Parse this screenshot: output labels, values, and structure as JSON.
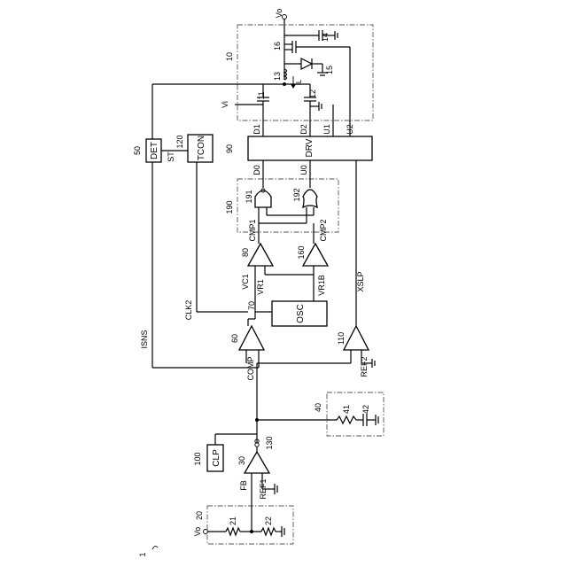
{
  "figure_label": "1",
  "blocks": {
    "sensor_10": "10",
    "res_20": "20",
    "res_21": "21",
    "res_22": "22",
    "amp_30": "30",
    "net_40": "40",
    "res_41": "41",
    "cap_42": "42",
    "det_num": "50",
    "det_label": "DET",
    "comp_60": "60",
    "comp_70": "70",
    "osc_label": "OSC",
    "comp_80": "80",
    "drv_num": "90",
    "drv_label": "DRV",
    "clp_num": "100",
    "clp_label": "CLP",
    "comp_110": "110",
    "tcon_num": "120",
    "tcon_label": "TCON",
    "sw_130": "130",
    "comp_160": "160",
    "logic_190": "190",
    "gate_191": "191",
    "gate_192": "192",
    "tr_11": "11",
    "tr_12": "12",
    "l_13": "13",
    "c_14": "14",
    "d_15": "15",
    "tr_16": "16"
  },
  "signals": {
    "vo_top": "Vo",
    "vo_left": "Vo",
    "vi": "Vi",
    "il": "IL",
    "d1": "D1",
    "d2": "D2",
    "u1": "U1",
    "u2": "U2",
    "d0": "D0",
    "u0": "U0",
    "cmp1": "CMP1",
    "cmp2": "CMP2",
    "vc1": "VC1",
    "vr1": "VR1",
    "vr1b": "VR1B",
    "clk2": "CLK2",
    "isns": "ISNS",
    "comp": "COMP",
    "ref2": "REF2",
    "xslp": "XSLP",
    "fb": "FB",
    "ref1": "REF1",
    "st": "ST"
  }
}
